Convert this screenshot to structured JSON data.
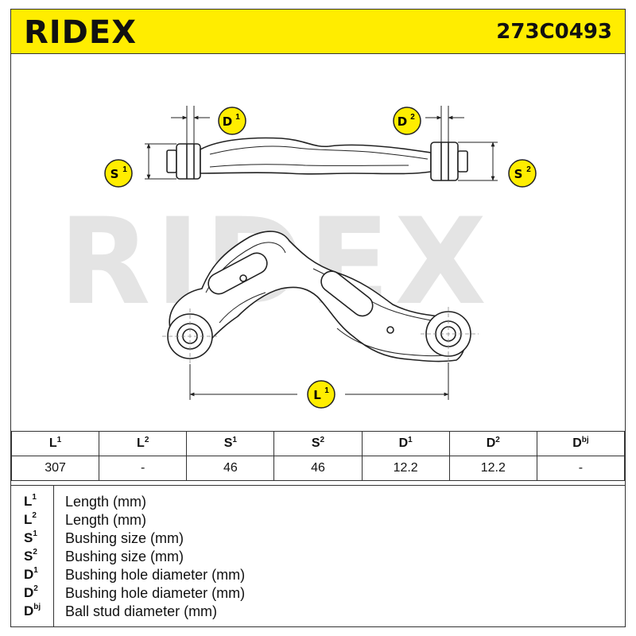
{
  "header": {
    "brand": "RIDEX",
    "part_number": "273C0493"
  },
  "drawing": {
    "watermark": "RIDEX",
    "labels": {
      "d1": "D",
      "d1_sup": "1",
      "d2": "D",
      "d2_sup": "2",
      "s1": "S",
      "s1_sup": "1",
      "s2": "S",
      "s2_sup": "2",
      "l1": "L",
      "l1_sup": "1"
    }
  },
  "spec_table": {
    "headers": [
      {
        "main": "L",
        "sup": "1"
      },
      {
        "main": "L",
        "sup": "2"
      },
      {
        "main": "S",
        "sup": "1"
      },
      {
        "main": "S",
        "sup": "2"
      },
      {
        "main": "D",
        "sup": "1"
      },
      {
        "main": "D",
        "sup": "2"
      },
      {
        "main": "D",
        "sup": "bj"
      }
    ],
    "values": [
      "307",
      "-",
      "46",
      "46",
      "12.2",
      "12.2",
      "-"
    ]
  },
  "legend": [
    {
      "key": "L",
      "sup": "1",
      "text": "Length (mm)"
    },
    {
      "key": "L",
      "sup": "2",
      "text": "Length (mm)"
    },
    {
      "key": "S",
      "sup": "1",
      "text": "Bushing size (mm)"
    },
    {
      "key": "S",
      "sup": "2",
      "text": "Bushing size (mm)"
    },
    {
      "key": "D",
      "sup": "1",
      "text": "Bushing hole diameter (mm)"
    },
    {
      "key": "D",
      "sup": "2",
      "text": "Bushing hole diameter (mm)"
    },
    {
      "key": "D",
      "sup": "bj",
      "text": "Ball stud diameter (mm)"
    }
  ],
  "colors": {
    "header_bg": "#ffed00",
    "badge_bg": "#ffed00",
    "watermark": "#e4e4e4",
    "line": "#222222"
  }
}
